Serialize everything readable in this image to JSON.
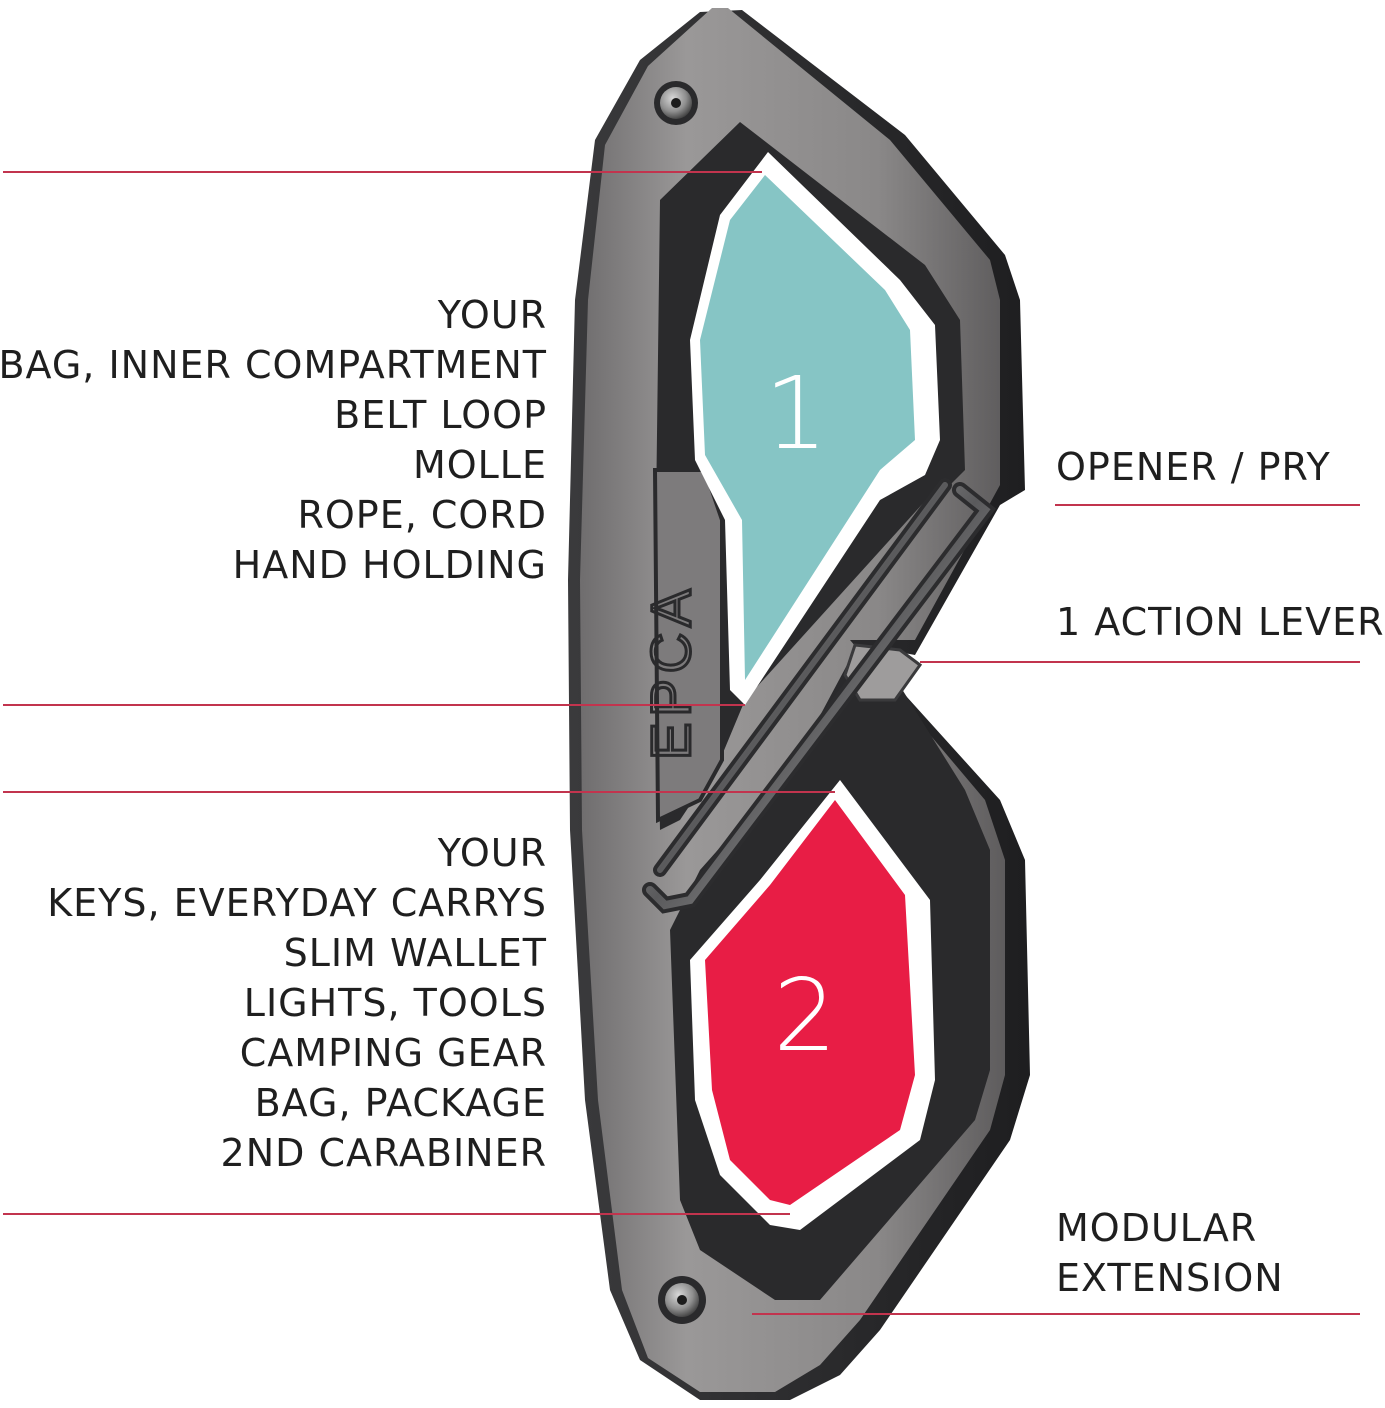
{
  "attach_to": {
    "section_1": [
      "YOUR",
      "BAG, INNER COMPARTMENT",
      "BELT LOOP",
      "MOLLE",
      "ROPE, CORD",
      "HAND HOLDING"
    ],
    "section_2": [
      "YOUR",
      "KEYS, EVERYDAY CARRYS",
      "SLIM WALLET",
      "LIGHTS, TOOLS",
      "CAMPING GEAR",
      "BAG, PACKAGE",
      "2ND CARABINER"
    ]
  },
  "features": {
    "opener": "OPENER / PRY",
    "lever": "1 ACTION LEVER",
    "modular": [
      "MODULAR",
      "EXTENSION"
    ]
  },
  "zones": {
    "zone_1_number": "1",
    "zone_2_number": "2"
  },
  "brand_engraving": "EPCA",
  "colors": {
    "zone_1": "#86c5c5",
    "zone_2": "#e81d45",
    "body": "#8b8989",
    "rim": "#2e2e30",
    "callout_line": "#c2344e"
  }
}
